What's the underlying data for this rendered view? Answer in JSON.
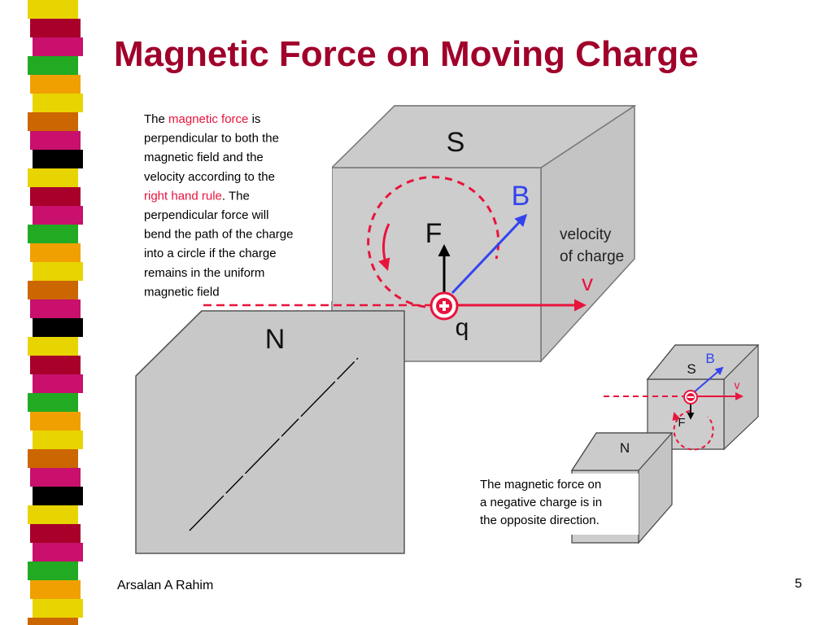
{
  "slide": {
    "title": "Magnetic Force on Moving Charge",
    "author": "Arsalan A Rahim",
    "page_number": "5"
  },
  "main_diagram": {
    "caption_lines": [
      [
        {
          "text": "The ",
          "hl": false
        },
        {
          "text": "magnetic force",
          "hl": true
        },
        {
          "text": " is",
          "hl": false
        }
      ],
      [
        {
          "text": "perpendicular to both the",
          "hl": false
        }
      ],
      [
        {
          "text": "magnetic field and the",
          "hl": false
        }
      ],
      [
        {
          "text": "velocity according to the",
          "hl": false
        }
      ],
      [
        {
          "text": "right hand rule",
          "hl": true
        },
        {
          "text": ". The",
          "hl": false
        }
      ],
      [
        {
          "text": "perpendicular force will",
          "hl": false
        }
      ],
      [
        {
          "text": "bend the path of the charge",
          "hl": false
        }
      ],
      [
        {
          "text": "into a circle if the charge",
          "hl": false
        }
      ],
      [
        {
          "text": "remains in the uniform",
          "hl": false
        }
      ],
      [
        {
          "text": "magnetic field",
          "hl": false
        }
      ]
    ],
    "pole_south": "S",
    "pole_north": "N",
    "label_field": "B",
    "label_force": "F",
    "label_velocity": "v",
    "label_charge": "q",
    "velocity_caption_line1": "velocity",
    "velocity_caption_line2": "of charge"
  },
  "inset_diagram": {
    "pole_south": "S",
    "pole_north": "N",
    "label_field": "B",
    "label_velocity": "v",
    "label_force": "F",
    "caption_lines": [
      "The magnetic force on",
      "a negative charge is in",
      "the opposite direction."
    ]
  },
  "colors": {
    "title": "#a0002a",
    "highlight_text": "#e8143c",
    "field_arrow": "#3344ee",
    "velocity_arrow": "#e8143c",
    "magnet_face": "#c8c8c8",
    "stripe": [
      "#e8d400",
      "#c8106c",
      "#f0a000",
      "#cc6600",
      "#000000",
      "#a8002a",
      "#22aa22",
      "#e8d400",
      "#c8106c"
    ]
  }
}
